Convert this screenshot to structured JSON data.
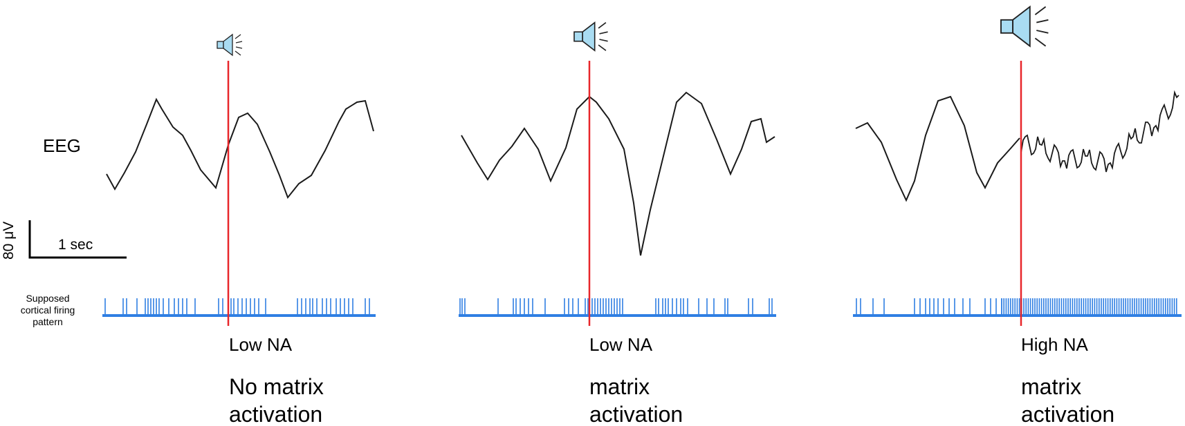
{
  "labels": {
    "eeg": "EEG",
    "scale_time": "1 sec",
    "scale_voltage": "80 μV",
    "firing_pattern": "Supposed cortical firing pattern"
  },
  "panels": [
    {
      "na_level": "Low NA",
      "condition": "No matrix activation"
    },
    {
      "na_level": "Low NA",
      "condition": "matrix activation"
    },
    {
      "na_level": "High NA",
      "condition": "matrix activation"
    }
  ],
  "icons": [
    "speaker-icon",
    "speaker-icon",
    "speaker-icon"
  ],
  "colors": {
    "stimulus_line": "#e8262a",
    "spike_train": "#2f7fe3",
    "eeg_trace": "#1a1a1a",
    "speaker_fill": "#a9dcf2"
  }
}
